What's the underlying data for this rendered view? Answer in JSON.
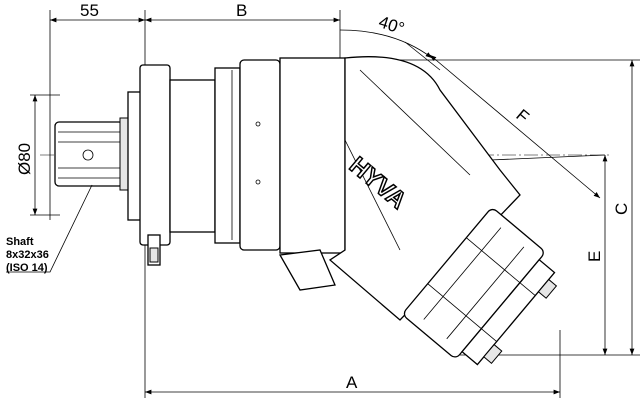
{
  "dimensions": {
    "d55": "55",
    "dB": "B",
    "angle": "40°",
    "dF": "F",
    "dC": "C",
    "dE": "E",
    "dA": "A",
    "diameter": "Ø80"
  },
  "shaft_label": [
    "Shaft",
    "8x32x36",
    "(ISO 14)"
  ],
  "logo": "HYVA"
}
